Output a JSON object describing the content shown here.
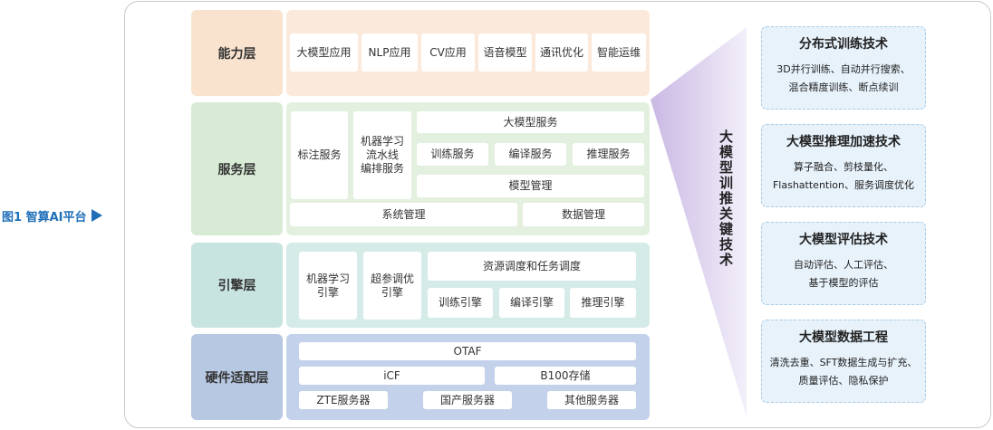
{
  "caption": "图1  智算AI平台",
  "layers": {
    "capability": {
      "label": "能力层",
      "items": [
        "大模型应用",
        "NLP应用",
        "CV应用",
        "语音模型",
        "通讯优化",
        "智能运维"
      ]
    },
    "service": {
      "label": "服务层",
      "annotation": "标注服务",
      "ml_pipeline": "机器学习\n流水线\n编排服务",
      "llm_service": "大模型服务",
      "training_service": "训练服务",
      "compile_service": "编译服务",
      "inference_service": "推理服务",
      "model_mgmt": "模型管理",
      "system_mgmt": "系统管理",
      "data_mgmt": "数据管理"
    },
    "engine": {
      "label": "引擎层",
      "ml_engine": "机器学习\n引擎",
      "hyperparam_engine": "超参调优\n引擎",
      "scheduling": "资源调度和任务调度",
      "training_engine": "训练引擎",
      "compile_engine": "编译引擎",
      "inference_engine": "推理引擎"
    },
    "hardware": {
      "label": "硬件适配层",
      "otaf": "OTAF",
      "icf": "iCF",
      "b100": "B100存储",
      "zte": "ZTE服务器",
      "domestic": "国产服务器",
      "other": "其他服务器"
    }
  },
  "key_tech_title": "大模型训推关键技术",
  "techs": [
    {
      "title": "分布式训练技术",
      "desc": "3D并行训练、自动并行搜索、\n混合精度训练、断点续训"
    },
    {
      "title": "大模型推理加速技术",
      "desc": "算子融合、剪枝量化、\nFlashattention、服务调度优化"
    },
    {
      "title": "大模型评估技术",
      "desc": "自动评估、人工评估、\n基于模型的评估"
    },
    {
      "title": "大模型数据工程",
      "desc": "清洗去重、SFT数据生成与扩充、\n质量评估、隐私保护"
    }
  ]
}
